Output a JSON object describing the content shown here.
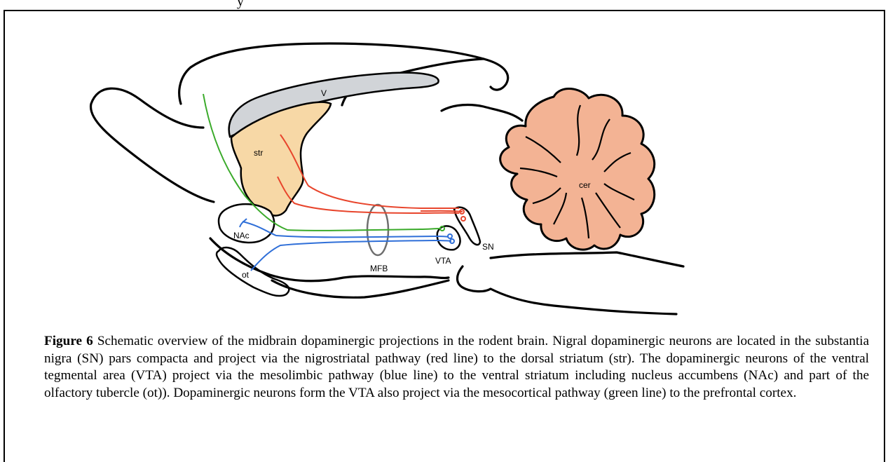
{
  "page_fragment": "y",
  "figure": {
    "labels": {
      "ventricle": "V",
      "striatum": "str",
      "cerebellum": "cer",
      "nucleus_accumbens": "NAc",
      "olfactory_tubercle": "ot",
      "medial_forebrain_bundle": "MFB",
      "ventral_tegmental_area": "VTA",
      "substantia_nigra": "SN"
    },
    "colors": {
      "nigrostriatal": "#e8452c",
      "mesolimbic": "#2f6fd8",
      "mesocortical": "#3aaa2a",
      "striatum_fill": "#f7d8a6",
      "ventricle_fill": "#d1d4d8",
      "cerebellum_fill": "#f3b394",
      "mfb_outline": "#6e6e6e"
    },
    "pathways": [
      "nigrostriatal",
      "mesolimbic",
      "mesocortical"
    ]
  },
  "caption": {
    "label": "Figure 6",
    "text": " Schematic overview of the midbrain dopaminergic projections in the rodent brain. Nigral dopaminergic neurons are located in the substantia nigra (SN) pars compacta and project via the nigrostriatal pathway (red line) to the dorsal striatum (str).  The dopaminergic neurons of the ventral tegmental area (VTA) project via the mesolimbic pathway (blue line) to the ventral striatum including nucleus accumbens (NAc) and part of the olfactory tubercle (ot)). Dopaminergic neurons form the VTA also project via the mesocortical pathway (green line) to the prefrontal cortex."
  }
}
